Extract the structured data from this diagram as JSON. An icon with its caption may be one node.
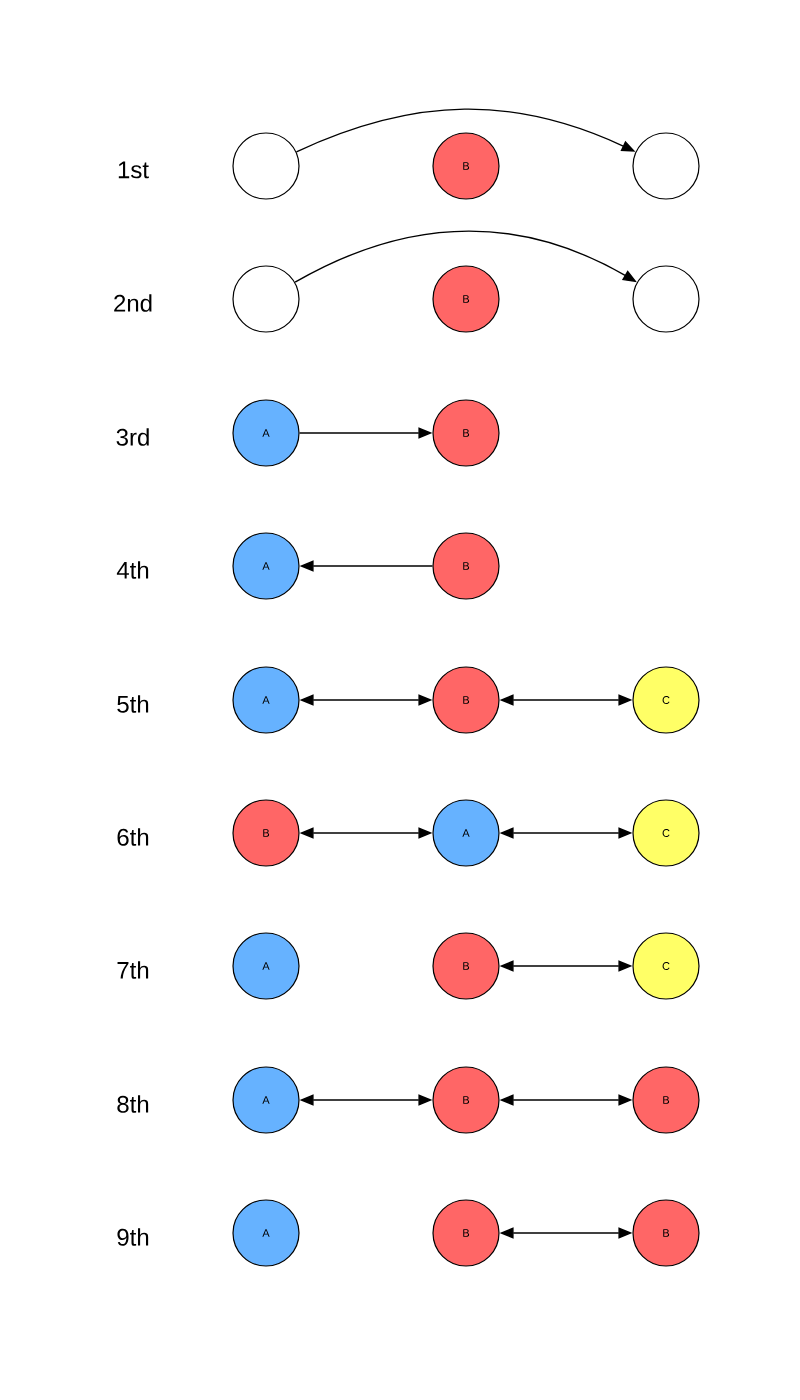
{
  "diagram": {
    "nodes": [
      {
        "text": [],
        "shape": "circle"
      },
      {
        "text": [
          "B"
        ]
      },
      {
        "text": [],
        "shape": "circle"
      },
      {
        "text": [],
        "shape": "circle"
      },
      {
        "text": [
          "B"
        ]
      },
      {
        "text": [],
        "shape": "circle"
      },
      {
        "text": [
          "A"
        ]
      },
      {
        "text": [
          "B"
        ]
      },
      {
        "text": [
          "A"
        ]
      },
      {
        "text": [
          "B"
        ]
      },
      {
        "text": [
          "A"
        ]
      },
      {
        "text": [
          "B"
        ]
      },
      {
        "text": [
          "C"
        ]
      },
      {
        "text": [
          "B"
        ]
      },
      {
        "text": [
          "A"
        ]
      },
      {
        "text": [
          "C"
        ]
      },
      {
        "text": [
          "A"
        ]
      },
      {
        "text": [
          "B"
        ]
      },
      {
        "text": [
          "C"
        ]
      },
      {
        "text": [
          "A"
        ]
      },
      {
        "text": [
          "B"
        ]
      },
      {
        "text": [
          "B"
        ]
      },
      {
        "text": [
          "A"
        ]
      },
      {
        "text": [
          "B"
        ]
      },
      {
        "text": [
          "B"
        ]
      }
    ],
    "edges": [
      {
        "from": 0,
        "to": 2,
        "arrow": "to"
      },
      {
        "from": 3,
        "to": 5,
        "arrow": "to"
      },
      {
        "from": 6,
        "to": 7,
        "arrow": "to"
      },
      {
        "from": 9,
        "to": 8,
        "arrow": "to"
      },
      {
        "from": 10,
        "to": 11,
        "arrow": "both"
      },
      {
        "from": 11,
        "to": 12,
        "arrow": "both"
      },
      {
        "from": 13,
        "to": 14,
        "arrow": "both"
      },
      {
        "from": 14,
        "to": 15,
        "arrow": "both"
      },
      {
        "from": 17,
        "to": 18,
        "arrow": "both"
      },
      {
        "from": 19,
        "to": 20,
        "arrow": "both"
      },
      {
        "from": 20,
        "to": 21,
        "arrow": "both"
      },
      {
        "from": 23,
        "to": 24,
        "arrow": "both"
      }
    ],
    "labels": [
      "1st",
      "2nd",
      "3rd",
      "4th",
      "5th",
      "6th",
      "7th",
      "8th",
      "9th"
    ]
  }
}
